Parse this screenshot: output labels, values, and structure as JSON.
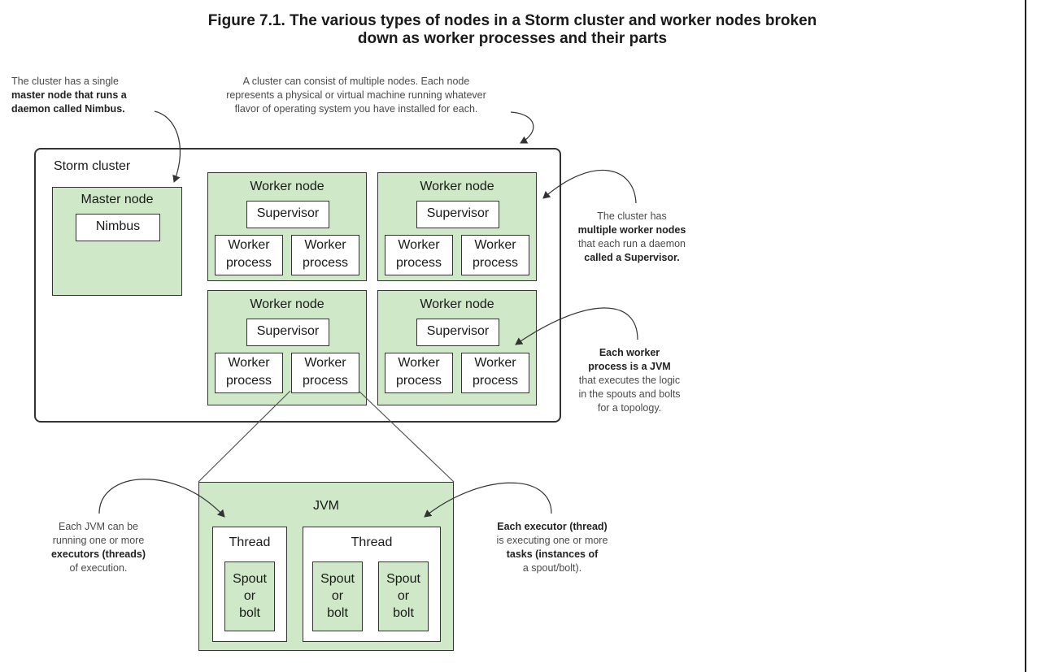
{
  "figure": {
    "title_line1": "Figure 7.1. The various types of nodes in a Storm cluster and worker nodes broken",
    "title_line2": "down as worker processes and their parts"
  },
  "notes": {
    "master": [
      "The cluster has a single",
      "master node that runs a",
      "daemon called Nimbus."
    ],
    "nodes": [
      "A cluster can consist of multiple nodes. Each node",
      "represents a physical or virtual machine running whatever",
      "flavor of operating system you have installed for each."
    ],
    "workers": [
      "The cluster has",
      "multiple worker nodes",
      "that each run a daemon",
      "called a Supervisor."
    ],
    "process": [
      "Each worker",
      "process is a JVM",
      "that executes the logic",
      "in the spouts and bolts",
      "for a topology."
    ],
    "jvm": [
      "Each JVM can be",
      "running one or more",
      "executors (threads)",
      "of execution."
    ],
    "executor": [
      "Each executor (thread)",
      "is executing one or more",
      "tasks (instances of",
      "a spout/bolt)."
    ]
  },
  "cluster": {
    "label": "Storm cluster",
    "master": {
      "label": "Master node",
      "daemon": "Nimbus"
    },
    "worker_nodes": [
      {
        "label": "Worker node",
        "supervisor": "Supervisor",
        "processes": [
          [
            "Worker",
            "process"
          ],
          [
            "Worker",
            "process"
          ]
        ]
      },
      {
        "label": "Worker node",
        "supervisor": "Supervisor",
        "processes": [
          [
            "Worker",
            "process"
          ],
          [
            "Worker",
            "process"
          ]
        ]
      },
      {
        "label": "Worker node",
        "supervisor": "Supervisor",
        "processes": [
          [
            "Worker",
            "process"
          ],
          [
            "Worker",
            "process"
          ]
        ]
      },
      {
        "label": "Worker node",
        "supervisor": "Supervisor",
        "processes": [
          [
            "Worker",
            "process"
          ],
          [
            "Worker",
            "process"
          ]
        ]
      }
    ]
  },
  "jvm": {
    "label": "JVM",
    "threads": [
      {
        "label": "Thread",
        "tasks": [
          [
            "Spout",
            "or",
            "bolt"
          ]
        ]
      },
      {
        "label": "Thread",
        "tasks": [
          [
            "Spout",
            "or",
            "bolt"
          ],
          [
            "Spout",
            "or",
            "bolt"
          ]
        ]
      }
    ]
  },
  "colors": {
    "node_fill": "#cfe8c7",
    "border": "#333333",
    "note_text": "#4a4a4a"
  }
}
